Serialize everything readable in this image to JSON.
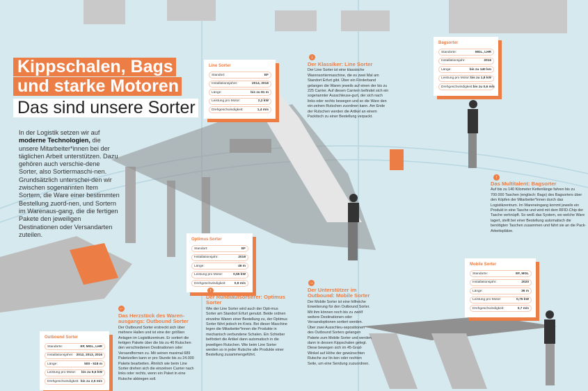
{
  "title": {
    "line1": "Kippschalen, Bags",
    "line2": "und starke Motoren",
    "subtitle": "Das sind unsere Sorter"
  },
  "intro": {
    "pre": "In der Logistik setzen wir auf ",
    "bold": "moderne Technologien,",
    "post": " die unsere Mitarbeiter*innen bei der täglichen Arbeit unterstützen. Dazu gehören auch verschie-dene Sorter, also Sortiermaschi-nen. Grundsätzlich unterschei-den wir zwischen sogenannten Item Sortern, die Ware einer bestimmten Bestellung zuord-nen, und Sortern im Warenaus-gang, die die fertigen Pakete den jeweiligen Destinationen oder Versandarten zuteilen."
  },
  "cards": {
    "line": {
      "title": "Line Sorter",
      "rows": [
        {
          "k": "Standort:",
          "v": "EF"
        },
        {
          "k": "Installationsjahre:",
          "v": "2014, 2016"
        },
        {
          "k": "Länge:",
          "v": "bis zu 81 m"
        },
        {
          "k": "Leistung pro Motor:",
          "v": "2,2 kW"
        },
        {
          "k": "Drehgeschwindigkeit:",
          "v": "1,4 m/s"
        }
      ]
    },
    "bag": {
      "title": "Bagsorter",
      "rows": [
        {
          "k": "Standorte:",
          "v": "MGL, LHR"
        },
        {
          "k": "Installationsjahr:",
          "v": "2016"
        },
        {
          "k": "Länge:",
          "v": "bis zu 140 km"
        },
        {
          "k": "Leistung pro Motor:",
          "v": "bis zu 1,8 kW"
        },
        {
          "k": "Drehgeschwindigkeit:",
          "v": "bis zu 0,6 m/s"
        }
      ]
    },
    "optimus": {
      "title": "Optimus Sorter",
      "rows": [
        {
          "k": "Standort:",
          "v": "EF"
        },
        {
          "k": "Installationsjahr:",
          "v": "2018"
        },
        {
          "k": "Länge:",
          "v": "46 m"
        },
        {
          "k": "Leistung pro Motor:",
          "v": "0,55 kW"
        },
        {
          "k": "Drehgeschwindigkeit:",
          "v": "0,9 m/s"
        }
      ]
    },
    "mobile": {
      "title": "Mobile Sorter",
      "rows": [
        {
          "k": "Standorte:",
          "v": "EF, MGL"
        },
        {
          "k": "Installationsjahr:",
          "v": "2020"
        },
        {
          "k": "Länge:",
          "v": "36 m"
        },
        {
          "k": "Leistung pro Motor:",
          "v": "0,75 kW"
        },
        {
          "k": "Drehgeschwindigkeit:",
          "v": "0,7 m/s"
        }
      ]
    },
    "outbound": {
      "title": "Outbound Sorter",
      "rows": [
        {
          "k": "Standorte:",
          "v": "EF, MGL, LHR"
        },
        {
          "k": "Installationsjahre:",
          "v": "2012, 2013, 2016"
        },
        {
          "k": "Länge:",
          "v": "500 - 518 m"
        },
        {
          "k": "Leistung pro Motor:",
          "v": "bis zu 5,5 kW"
        },
        {
          "k": "Drehgeschwindigkeit:",
          "v": "bis zu 2,5 m/s"
        }
      ]
    }
  },
  "texts": {
    "klassiker": {
      "title": "Der Klassiker: Line Sorter",
      "body": "Der Line Sorter ist eine klassische Warensortiermaschine, die es zwei Mal am Standort Erfurt gibt. Über ein Förderband gelangen die Waren jeweils auf einen der bis zu 225 Carrier. Auf diesen Carriern befindet sich ein sogenannter Ausschleuse-gurt, der sich nach links oder rechts bewegen und so die Ware den ein-zelnen Rutschen zuordnen kann. Am Ende der Rutschen werden die Artikel an einem Packtisch zu einer Bestellung verpackt."
    },
    "multitalent": {
      "title": "Das Multitalent: Bagsorter",
      "body": "Auf bis zu 140 Kilometer Kettenlänge fahren bis zu 700.000 Taschen (englisch: Bags) des Bagsorters über den Köpfen der Mitarbeiter*innen durch das Logistikzentrum. Im Wareneingang kommt jeweils ein Produkt in eine Tasche und wird mit dem RFID-Chip der Tasche verknüpft. So weiß das System, wo welche Ware lagert, stellt bei einer Bestellung automatisch die benötigten Taschen zusammen und fährt sie an die Pack-Arbeitsplätze."
    },
    "rundlauf": {
      "title": "Der Rundlaufsortierer: Optimus Sorter",
      "body": "Wie der Line Sorter wird auch der Opti-mus Sorter am Standort Erfurt genutzt. Beide ordnen einzelne Waren einer Bestellung zu, der Optimus Sorter fährt jedoch im Kreis. Bei dieser Maschine legen die Mitarbeiter*innen die Produkte in mechanisch verbundene Schalen. Ein Schieber befördert die Artikel dann automatisch in die jeweiligen Rutschen. Wie beim Line Sorter werden so in jeder Rutsche alle Produkte einer Bestellung zusammengeführt."
    },
    "unterstuetzer": {
      "title": "Der Unterstützer im Outbound: Mobile Sorter",
      "body": "Der Mobile Sorter ist eine hilfreiche Erweiterung für den Outbound Sorter. Mit ihm können noch bis zu zwölf weitere Destinationen oder Versandoptionen sortiert werden. Über zwei Ausschleu-sepositionen des Outbound Sorters gelangen Pakete zum Mobile Sorter und werden dann in dessen Kippschalen gelegt. Diese bewegen sich im 45-Grad-Winkel auf Höhe der gewünschten Rutsche zur lin-ken oder rechten Seite, um eine Sendung zuzuordnen."
    },
    "herzstueck": {
      "title": "Das Herzstück des Waren-ausgangs: Outbound Sorter",
      "body": "Der Outbound Sorter erstreckt sich über mehrere Hallen und ist eine der größten Anlagen im Logistikzentrum. Er sortiert die fertigen Pakete über die bis zu 46 Rutschen den verschiedenen Destinationen oder Versandformen zu. Mit seinen maximal 689 Paketzellen kann er pro Stunde bis zu 24.000 Pakete bearbeiten. Ähnlich wie beim Line Sorter drehen sich die einzelnen Carrier nach links oder rechts, wenn ein Paket in eine Rutsche abbiegen soll."
    }
  },
  "colors": {
    "accent": "#ec7d45",
    "background": "#d5e9ef"
  }
}
